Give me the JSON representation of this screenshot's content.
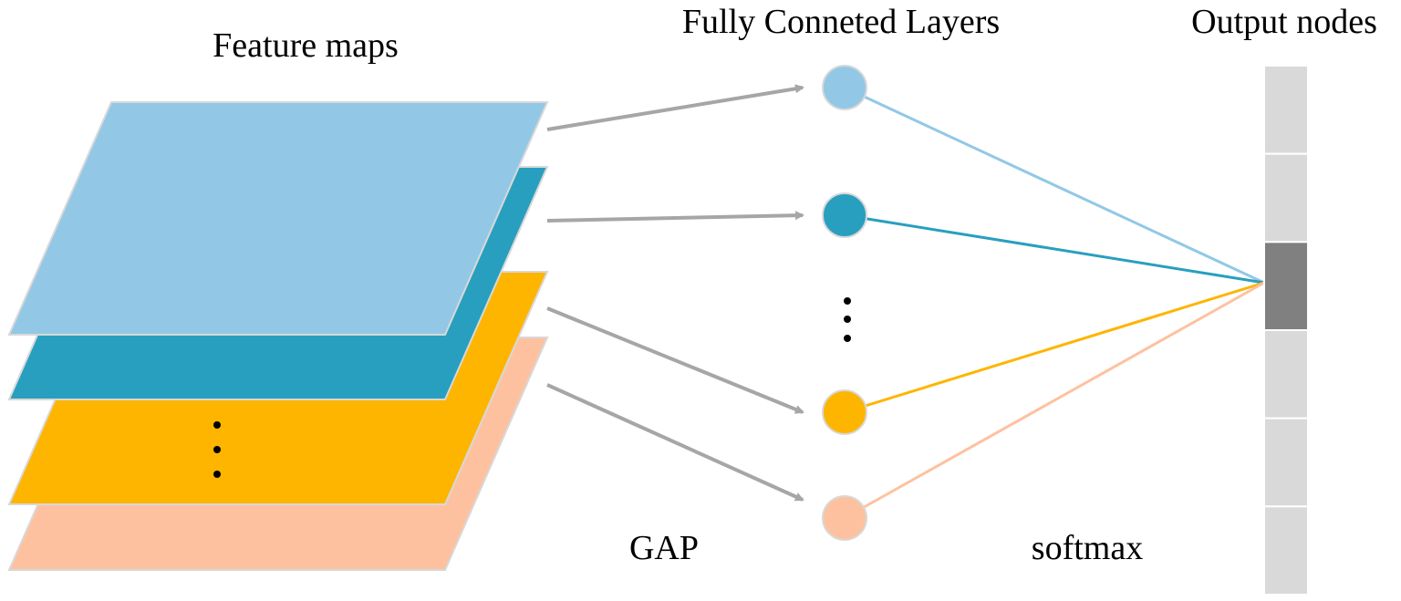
{
  "labels": {
    "feature_maps": "Feature maps",
    "fully_connected": "Fully Conneted Layers",
    "output_nodes": "Output nodes",
    "gap": "GAP",
    "softmax": "softmax"
  },
  "feature_maps": [
    {
      "name": "map-light-blue",
      "color": "#92c8e6"
    },
    {
      "name": "map-teal",
      "color": "#289fbe"
    },
    {
      "name": "map-yellow",
      "color": "#fdb500"
    },
    {
      "name": "map-peach",
      "color": "#fec19f"
    }
  ],
  "fc_nodes": [
    {
      "name": "fc-node-light-blue",
      "color": "#92c8e6"
    },
    {
      "name": "fc-node-teal",
      "color": "#289fbe"
    },
    {
      "name": "fc-node-yellow",
      "color": "#fdb500"
    },
    {
      "name": "fc-node-peach",
      "color": "#fec19f"
    }
  ],
  "output_nodes": {
    "count": 6,
    "highlighted_index": 2,
    "default_color": "#d9d9d9",
    "highlight_color": "#808080"
  },
  "colors": {
    "arrow": "#a6a6a6",
    "ellipsis": "#000000"
  }
}
